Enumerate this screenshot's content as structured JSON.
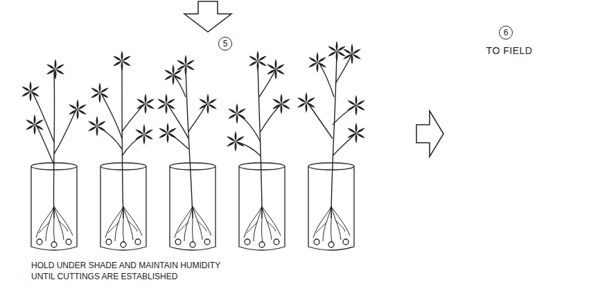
{
  "diagram": {
    "nodes": [
      {
        "text": [
          "5"
        ]
      },
      {
        "text": [
          "6"
        ]
      }
    ],
    "labels": [
      "TO FIELD",
      "HOLD UNDER SHADE AND MAINTAIN HUMIDITY UNTIL CUTTINGS ARE ESTABLISHED"
    ]
  }
}
